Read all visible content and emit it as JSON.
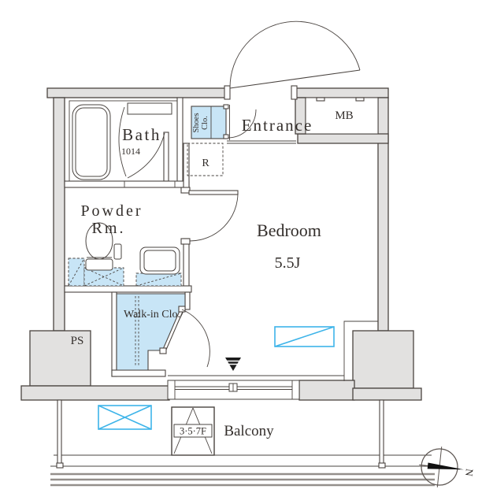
{
  "rooms": {
    "bath": {
      "label": "Bath",
      "size": "1014"
    },
    "powder_room": {
      "line1": "Powder",
      "line2": "Rm."
    },
    "entrance": {
      "label": "Entrance"
    },
    "shoes_closet": {
      "line1": "Shoes",
      "line2": "Clo."
    },
    "walk_in_closet": {
      "label": "Walk-in Clo."
    },
    "bedroom": {
      "label": "Bedroom",
      "size": "5.5J"
    },
    "balcony": {
      "label": "Balcony"
    },
    "meter_box": {
      "label": "MB"
    },
    "pipe_shaft": {
      "label": "PS"
    },
    "refrigerator_space": {
      "label": "R"
    }
  },
  "markers": {
    "evacuation_hatch_floors": "3·5·7F",
    "compass_north": "N"
  },
  "colors": {
    "wall_fill": "#e2e1e0",
    "outline": "#4a4440",
    "closet_fill": "#c8e5f6",
    "symbol_cyan": "#3db4e9",
    "text": "#332e2b",
    "background": "#ffffff"
  }
}
